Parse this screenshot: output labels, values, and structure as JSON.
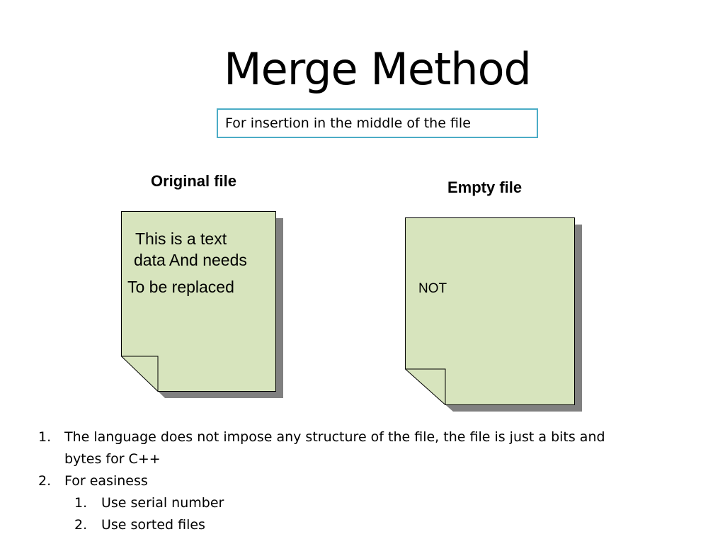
{
  "slide": {
    "title": "Merge Method",
    "subtitle": "For insertion in the middle of the file",
    "original_file": {
      "label": "Original file",
      "lines": [
        "This is a text",
        "data And needs",
        "To be replaced"
      ]
    },
    "empty_file": {
      "label": "Empty file",
      "text": "NOT"
    },
    "list": {
      "item1_num": "1.",
      "item1_line1": "The language does not impose any structure of the file, the file is just a bits and",
      "item1_line2": "bytes for C++",
      "item2_num": "2.",
      "item2_text": "For easiness",
      "sub1_num": "1.",
      "sub1_text": "Use serial number",
      "sub2_num": "2.",
      "sub2_text": "Use sorted files"
    }
  },
  "colors": {
    "doc_fill": "#d7e4bd",
    "doc_shadow": "#808080",
    "subtitle_border": "#4bacc6"
  }
}
